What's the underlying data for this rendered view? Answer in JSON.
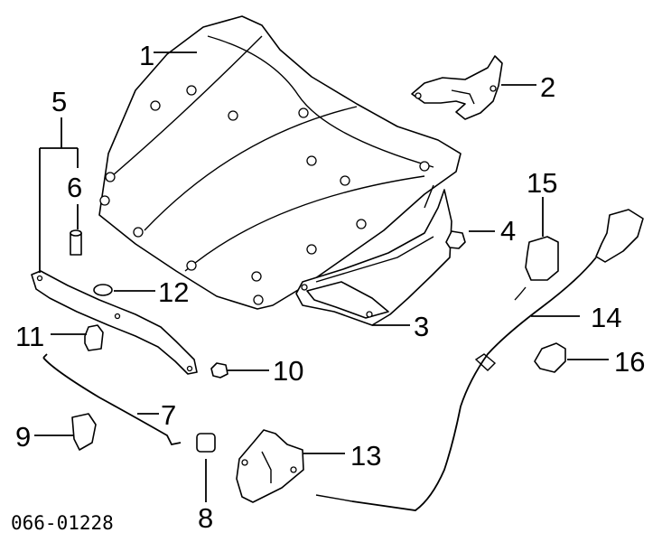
{
  "diagram": {
    "document_code": "066-01228",
    "callouts": [
      "1",
      "2",
      "3",
      "4",
      "5",
      "6",
      "7",
      "8",
      "9",
      "10",
      "11",
      "12",
      "13",
      "14",
      "15",
      "16"
    ]
  },
  "colors": {
    "line": "#000000",
    "background": "#ffffff"
  }
}
